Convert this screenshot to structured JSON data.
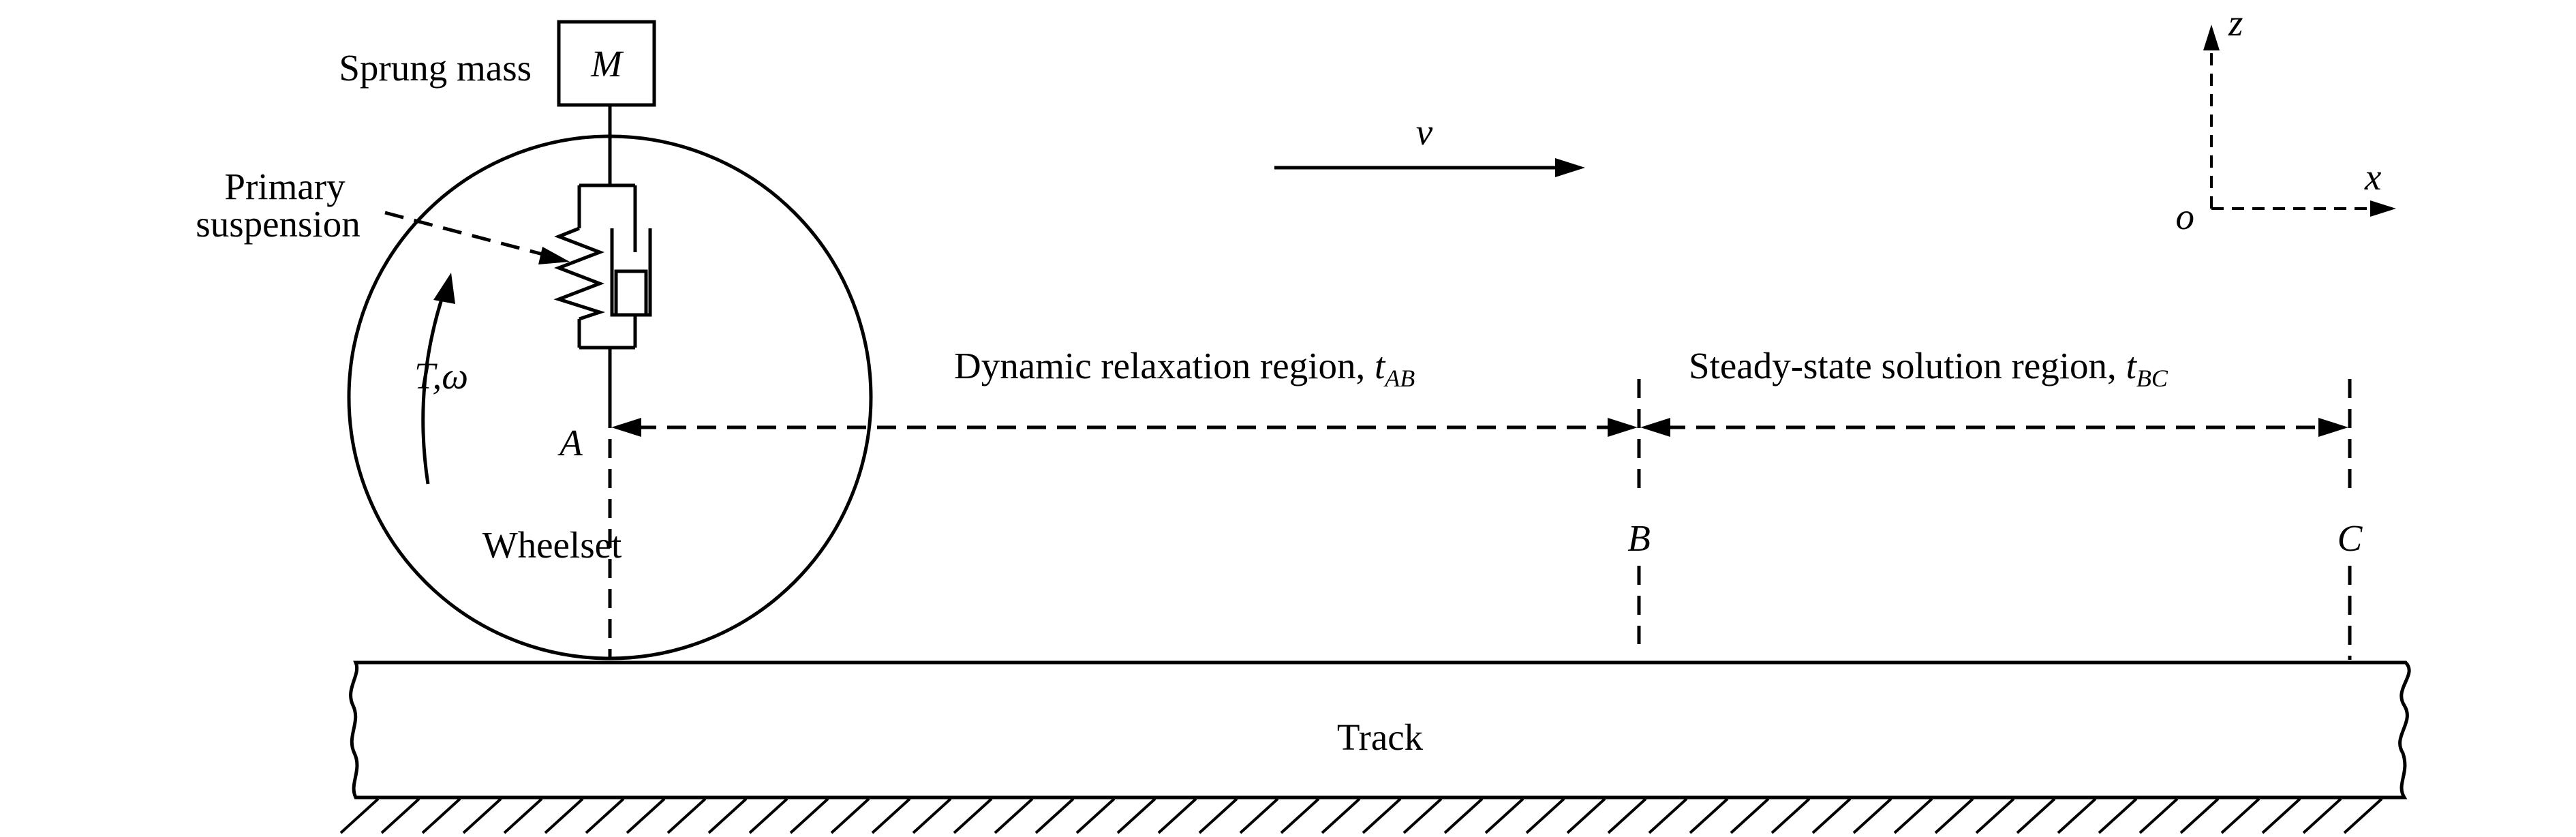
{
  "labels": {
    "sprung_mass": "Sprung mass",
    "mass_symbol": "M",
    "primary_suspension_line1": "Primary",
    "primary_suspension_line2": "suspension",
    "torque_symbol": "T,ω",
    "wheelset": "Wheelset",
    "velocity": "v",
    "point_a": "A",
    "point_b": "B",
    "point_c": "C",
    "dynamic_region": "Dynamic relaxation region, ",
    "dynamic_region_time": "t",
    "dynamic_region_sub": "AB",
    "steady_region": "Steady-state solution region, ",
    "steady_region_time": "t",
    "steady_region_sub": "BC",
    "track": "Track",
    "axis_z": "z",
    "axis_x": "x",
    "axis_origin": "o"
  }
}
